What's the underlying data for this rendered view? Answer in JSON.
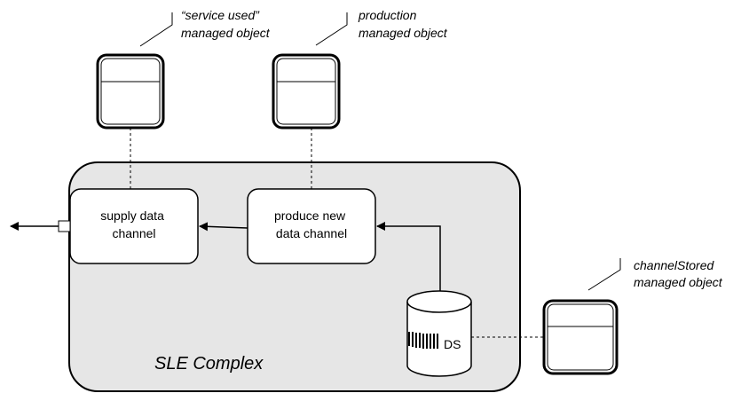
{
  "labels": {
    "service_used_line1": "“service used”",
    "service_used_line2": "managed object",
    "production_line1": "production",
    "production_line2": "managed object",
    "channel_stored_line1": "channelStored",
    "channel_stored_line2": "managed object",
    "supply_line1": "supply data",
    "supply_line2": "channel",
    "produce_line1": "produce new",
    "produce_line2": "data channel",
    "ds": "DS",
    "complex": "SLE Complex"
  },
  "colors": {
    "complex_fill": "#e6e6e6",
    "box_fill": "#ffffff",
    "stroke": "#000000"
  }
}
